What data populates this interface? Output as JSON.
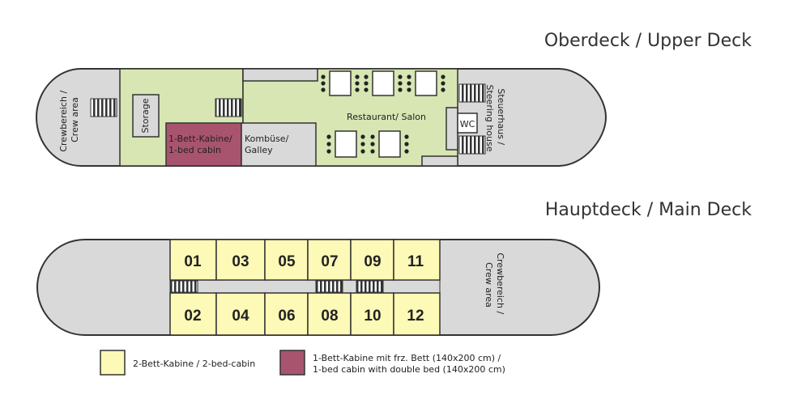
{
  "colors": {
    "hull": "#d9d9d9",
    "outline": "#333333",
    "green": "#d7e6b3",
    "yellow": "#fdf9b6",
    "purple": "#a9546f",
    "white": "#ffffff"
  },
  "upper_deck": {
    "title": "Oberdeck / Upper Deck",
    "crew_area": [
      "Crewbereich /",
      "Crew area"
    ],
    "storage": "Storage",
    "single_cabin": [
      "1-Bett-Kabine/",
      "1-bed cabin"
    ],
    "galley": [
      "Kombüse/",
      "Galley"
    ],
    "restaurant": "Restaurant/ Salon",
    "wc": "WC",
    "steering_house": [
      "Steuerhaus /",
      "Steering house"
    ]
  },
  "main_deck": {
    "title": "Hauptdeck / Main Deck",
    "top_cabins": [
      "01",
      "03",
      "05",
      "07",
      "09",
      "11"
    ],
    "bottom_cabins": [
      "02",
      "04",
      "06",
      "08",
      "10",
      "12"
    ],
    "crew_area": [
      "Crewbereich /",
      "Crew area"
    ]
  },
  "legend": {
    "two_bed": "2-Bett-Kabine / 2-bed-cabin",
    "one_bed": [
      "1-Bett-Kabine mit frz. Bett (140x200 cm) /",
      "1-bed cabin with double bed (140x200 cm)"
    ]
  }
}
